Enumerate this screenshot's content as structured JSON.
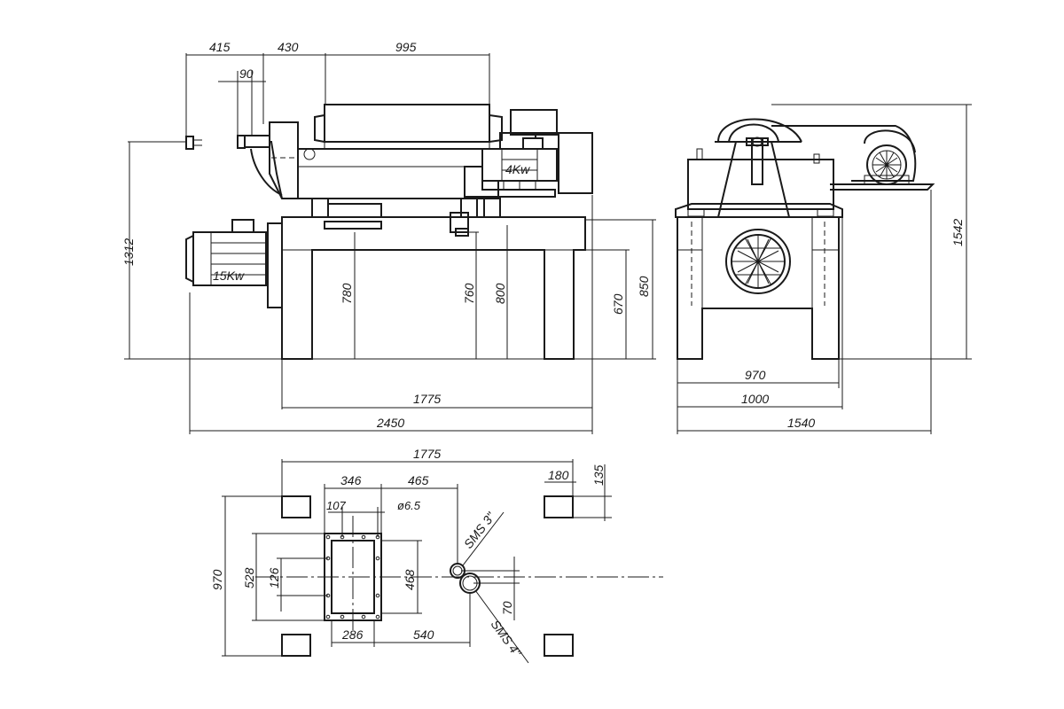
{
  "dimensions": {
    "d415": "415",
    "d430": "430",
    "d995": "995",
    "d90": "90",
    "d1312": "1312",
    "d780": "780",
    "d760": "760",
    "d800": "800",
    "d670": "670",
    "d850": "850",
    "d1775_side": "1775",
    "d2450": "2450",
    "d970_front": "970",
    "d1000": "1000",
    "d1540": "1540",
    "d1542": "1542",
    "d1775_plan": "1775",
    "d346": "346",
    "d465": "465",
    "d180": "180",
    "d135": "135",
    "d107": "107",
    "d6_5": "ø6.5",
    "d970_plan": "970",
    "d528": "528",
    "d126": "126",
    "d468": "468",
    "d286": "286",
    "d540": "540",
    "d70": "70"
  },
  "labels": {
    "motor_small": "4Kw",
    "motor_main": "15Kw",
    "sms3": "SMS 3\"",
    "sms4": "SMS 4\""
  }
}
